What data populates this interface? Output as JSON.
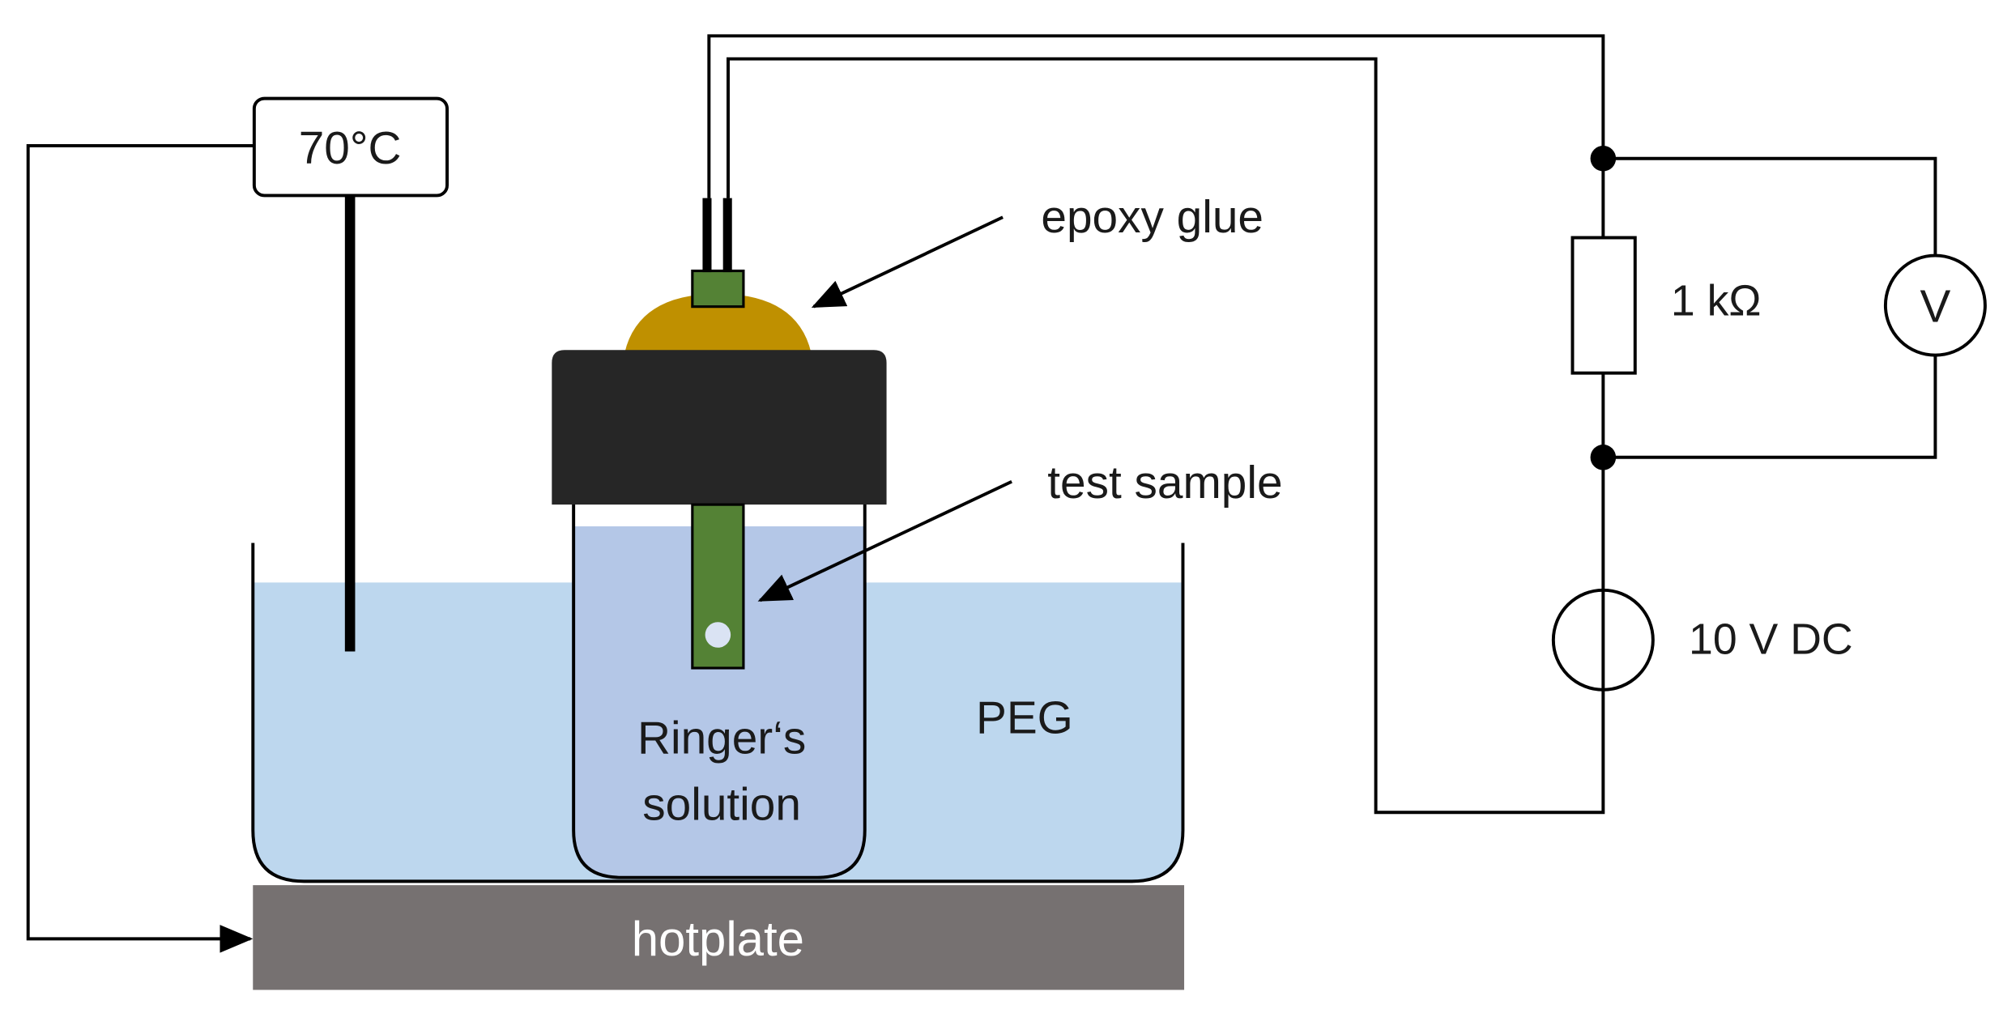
{
  "labels": {
    "temperature": "70°C",
    "epoxy": "epoxy glue",
    "test_sample": "test sample",
    "resistor": "1 kΩ",
    "voltmeter": "V",
    "source": "10 V DC",
    "peg": "PEG",
    "ringer_line1": "Ringer‘s",
    "ringer_line2": "solution",
    "hotplate": "hotplate"
  },
  "colors": {
    "peg_bath": "#bdd7ee",
    "ringer": "#b4c7e7",
    "hotplate": "#767171",
    "lid": "#262626",
    "epoxy": "#bf9000",
    "sample": "#548235",
    "line": "#000000"
  }
}
